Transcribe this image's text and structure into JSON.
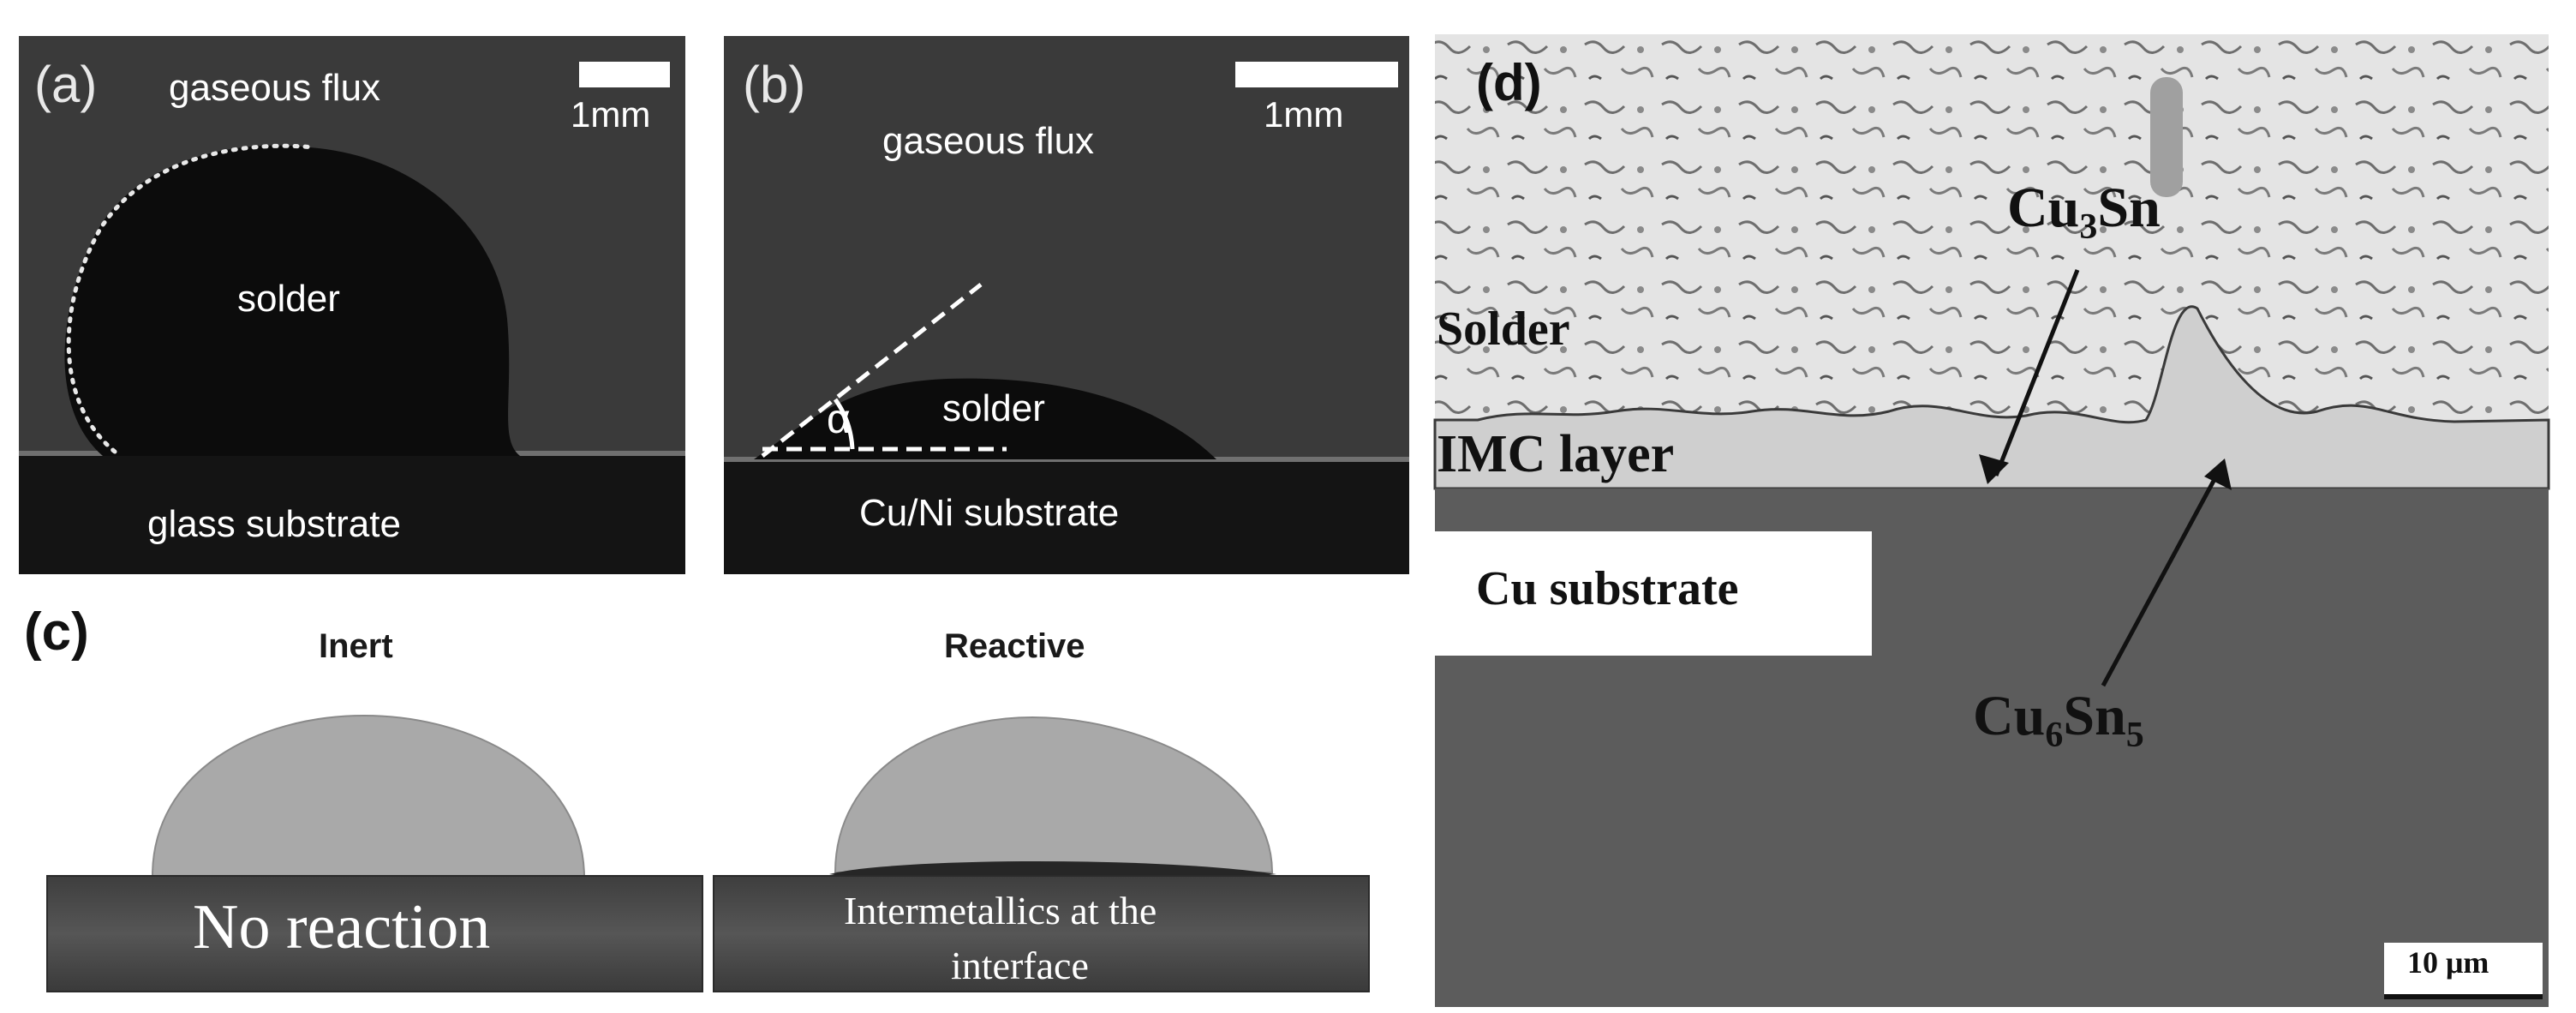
{
  "panel_a": {
    "letter": "(a)",
    "top_label": "gaseous flux",
    "scale_label": "1mm",
    "drop_label": "solder",
    "substrate_label": "glass substrate"
  },
  "panel_b": {
    "letter": "(b)",
    "top_label": "gaseous flux",
    "scale_label": "1mm",
    "angle_label": "α",
    "drop_label": "solder",
    "substrate_label": "Cu/Ni substrate"
  },
  "panel_c": {
    "letter": "(c)",
    "left_title": "Inert",
    "right_title": "Reactive",
    "left_substrate_label": "No reaction",
    "right_substrate_label_line1": "Intermetallics at the",
    "right_substrate_label_line2": "interface"
  },
  "panel_d": {
    "letter": "(d)",
    "solder_label": "Solder",
    "imc_label": "IMC layer",
    "substrate_label": "Cu substrate",
    "cu3sn": {
      "base1": "Cu",
      "sub1": "3",
      "base2": "Sn"
    },
    "cu6sn5": {
      "base1": "Cu",
      "sub1": "6",
      "base2": "Sn",
      "sub2": "5"
    },
    "scale_label": "10 μm"
  },
  "colors": {
    "photo_background": "#3a3a3a",
    "photo_substrate": "#141414",
    "drop_fill": "#0c0c0c",
    "schematic_drop": "#a9a9a9",
    "schematic_substrate": "#4f4f4f",
    "micrograph_solder": "#e6e6e6",
    "micrograph_substrate": "#5c5c5c"
  }
}
